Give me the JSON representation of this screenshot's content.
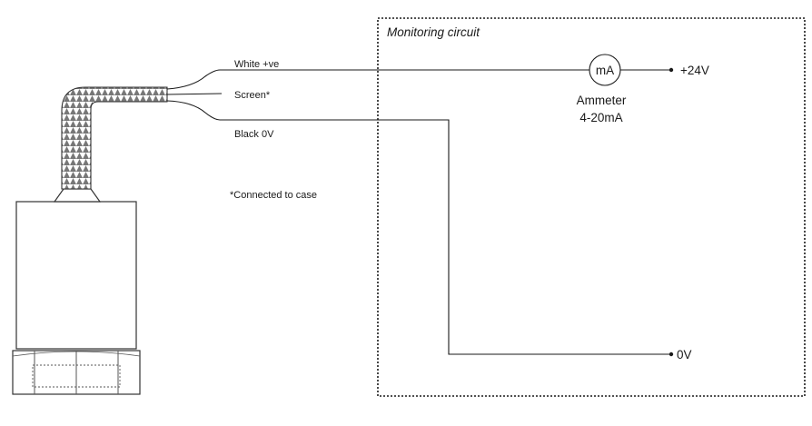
{
  "wires": {
    "white": "White +ve",
    "screen": "Screen*",
    "black": "Black 0V"
  },
  "note": "*Connected to case",
  "circuit": {
    "title": "Monitoring circuit",
    "meter_symbol": "mA",
    "meter_name": "Ammeter",
    "meter_range": "4-20mA",
    "supply_positive": "+24V",
    "supply_zero": "0V"
  },
  "colors": {
    "line": "#1a1a1a",
    "braid_fill": "#777777",
    "sensor_stroke": "#333333",
    "background": "#ffffff"
  },
  "icons": {
    "sensor": "accelerometer-sensor-icon",
    "cable": "braided-cable-icon",
    "meter": "ammeter-icon"
  }
}
